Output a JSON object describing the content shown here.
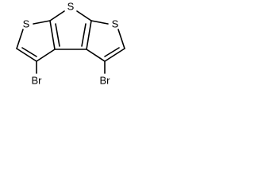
{
  "atoms": {
    "s_left": "S",
    "s_center": "S",
    "s_right": "S",
    "br_left": "Br",
    "br_right": "Br"
  }
}
